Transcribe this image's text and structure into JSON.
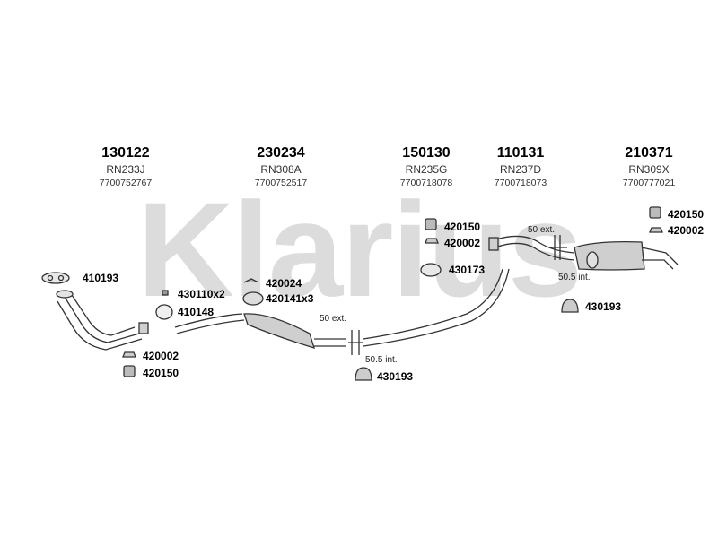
{
  "watermark": "Klarius",
  "headers": [
    {
      "part": "130122",
      "code": "RN233J",
      "oem": "7700752767"
    },
    {
      "part": "230234",
      "code": "RN308A",
      "oem": "7700752517"
    },
    {
      "part": "150130",
      "code": "RN235G",
      "oem": "7700718078"
    },
    {
      "part": "110131",
      "code": "RN237D",
      "oem": "7700718073"
    },
    {
      "part": "210371",
      "code": "RN309X",
      "oem": "7700777021"
    }
  ],
  "labels": {
    "l410193": "410193",
    "l430110": "430110x2",
    "l420024": "420024",
    "l420141": "420141x3",
    "l410148": "410148",
    "l420002a": "420002",
    "l420150a": "420150",
    "l420150b": "420150",
    "l420002b": "420002",
    "l430173": "430173",
    "l430193a": "430193",
    "l420150c": "420150",
    "l420002c": "420002",
    "l430193b": "430193"
  },
  "notes": {
    "ext1": "50 ext.",
    "int1": "50.5 int.",
    "ext2": "50 ext.",
    "int2": "50.5 int."
  },
  "colors": {
    "watermark": "#d8d8d8",
    "stroke": "#333333",
    "fill": "#cfcfcf"
  }
}
